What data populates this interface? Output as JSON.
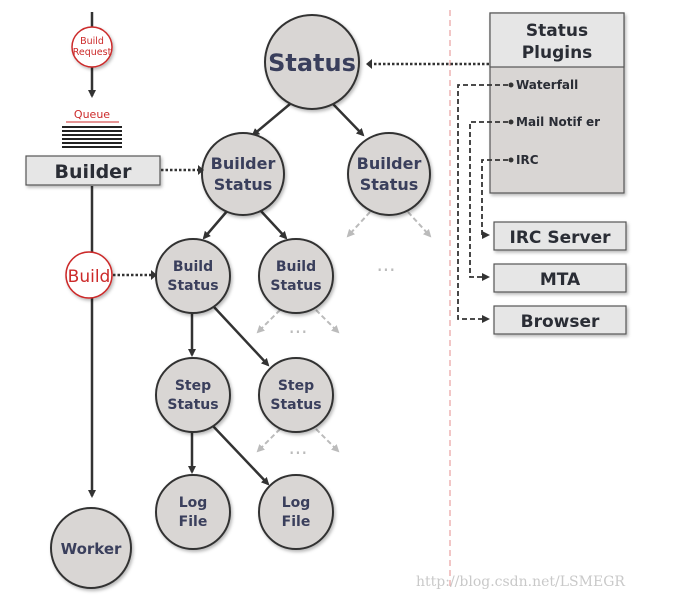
{
  "colors": {
    "node_fill": "#d9d6d4",
    "node_stroke": "#333333",
    "text_dark": "#3a3f5c",
    "accent_red": "#cc2a2a",
    "divider": "#e8a0a0",
    "ghost_arrow": "#bbbbbb"
  },
  "nodes": {
    "status": "Status",
    "builder_status": [
      "Builder",
      "Status"
    ],
    "builder_status_2": [
      "Builder",
      "Status"
    ],
    "build_status": [
      "Build",
      "Status"
    ],
    "build_status_2": [
      "Build",
      "Status"
    ],
    "step_status": [
      "Step",
      "Status"
    ],
    "step_status_2": [
      "Step",
      "Status"
    ],
    "log_file": [
      "Log",
      "File"
    ],
    "log_file_2": [
      "Log",
      "File"
    ],
    "worker": "Worker",
    "build": "Build",
    "build_request": [
      "Build",
      "Request"
    ]
  },
  "queue_label": "Queue",
  "builder_label": "Builder",
  "plugins": {
    "title": [
      "Status",
      "Plugins"
    ],
    "items": [
      "Waterfall",
      "Mail Notif er",
      "IRC"
    ]
  },
  "targets": [
    "IRC Server",
    "MTA",
    "Browser"
  ],
  "ellipsis": "...",
  "watermark": "http://blog.csdn.net/LSMEGR"
}
